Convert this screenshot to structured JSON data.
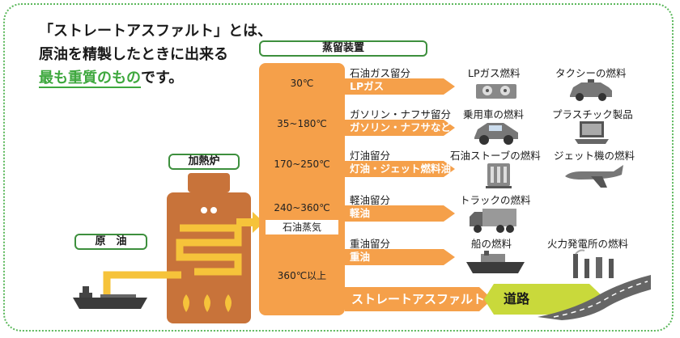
{
  "intro": {
    "line1": "「ストレートアスファルト」とは、",
    "line2": "原油を精製したときに出来る",
    "line3_highlight": "最も重質のもの",
    "line3_rest": "です。"
  },
  "labels": {
    "distillation": "蒸留装置",
    "furnace": "加熱炉",
    "crude": "原　油"
  },
  "tower": {
    "vapor": "石油蒸気",
    "temps": [
      "30℃",
      "35~180℃",
      "170~250℃",
      "240~360℃",
      "360℃以上"
    ]
  },
  "fractions": [
    {
      "name": "石油ガス留分",
      "product": "LPガス"
    },
    {
      "name": "ガソリン・ナフサ留分",
      "product": "ガソリン・ナフサなど"
    },
    {
      "name": "灯油留分",
      "product": "灯油・ジェット燃料油"
    },
    {
      "name": "軽油留分",
      "product": "軽油"
    },
    {
      "name": "重油留分",
      "product": "重油"
    }
  ],
  "uses": {
    "lpg_fuel": "LPガス燃料",
    "taxi_fuel": "タクシーの燃料",
    "car_fuel": "乗用車の燃料",
    "plastic": "プラスチック製品",
    "stove_fuel": "石油ストーブの燃料",
    "jet_fuel": "ジェット機の燃料",
    "truck_fuel": "トラックの燃料",
    "ship_fuel": "船の燃料",
    "power_fuel": "火力発電所の燃料"
  },
  "bottom": {
    "asphalt": "ストレートアスファルト",
    "road": "道路"
  },
  "colors": {
    "accent_green": "#3ea83e",
    "tower_orange": "#f5a04a",
    "furnace_brown": "#c8733a",
    "pipe_yellow": "#f6c33a",
    "road_yellow_green": "#c9d93b"
  }
}
